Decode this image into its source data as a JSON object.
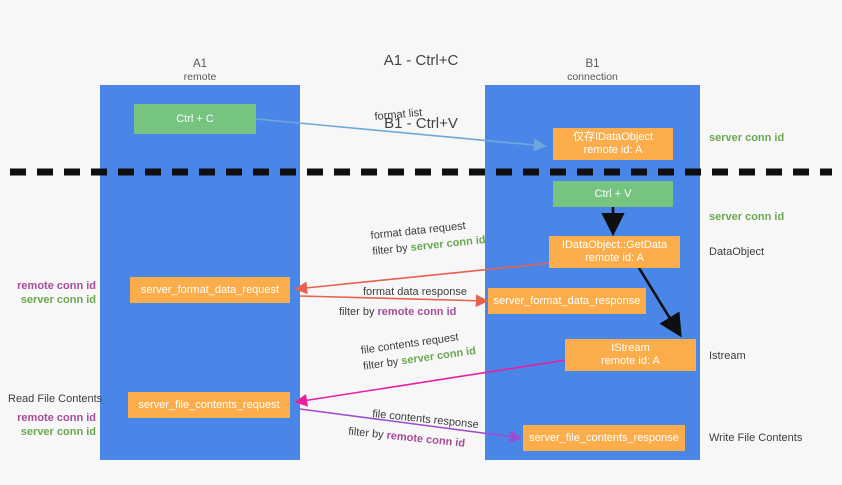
{
  "title": {
    "line1": "A1 - Ctrl+C",
    "line2": "B1 - Ctrl+V"
  },
  "lanes": [
    {
      "id": "a1",
      "name": "A1",
      "sub": "remote",
      "color": "#4a86e8"
    },
    {
      "id": "b1",
      "name": "B1",
      "sub": "connection",
      "color": "#4a86e8"
    }
  ],
  "nodes": {
    "ctrl_c": {
      "line1": "Ctrl + C",
      "line2": "",
      "color": "#76c47f"
    },
    "ctrl_v": {
      "line1": "Ctrl + V",
      "line2": "",
      "color": "#76c47f"
    },
    "idataobject_top": {
      "line1": "仅存IDataObject",
      "line2": "remote id: A",
      "color": "#fbad4b"
    },
    "getdata": {
      "line1": "IDataObject::GetData",
      "line2": "remote id: A",
      "color": "#fbad4b"
    },
    "istream": {
      "line1": "IStream",
      "line2": "remote id: A",
      "color": "#fbad4b"
    },
    "server_format_data_request": {
      "line1": "server_format_data_request",
      "line2": "",
      "color": "#fbad4b"
    },
    "server_format_data_response": {
      "line1": "server_format_data_response",
      "line2": "",
      "color": "#fbad4b"
    },
    "server_file_contents_request": {
      "line1": "server_file_contents_request",
      "line2": "",
      "color": "#fbad4b"
    },
    "server_file_contents_response": {
      "line1": "server_file_contents_response",
      "line2": "",
      "color": "#fbad4b"
    }
  },
  "messages": {
    "format_list": "format list",
    "format_data_request": "format data request",
    "format_data_response": "format data response",
    "file_contents_request": "file contents request",
    "file_contents_response": "file contents response",
    "filter_by": "filter by ",
    "server_conn_id": "server conn id",
    "remote_conn_id": "remote conn id"
  },
  "right_labels": {
    "server_conn_id_1": "server conn id",
    "server_conn_id_2": "server conn id",
    "dataobject": "DataObject",
    "istream": "Istream",
    "write_file_contents": "Write File Contents"
  },
  "left_labels": {
    "read_file_contents": "Read File Contents",
    "remote_conn_id_1": "remote conn id",
    "server_conn_id_1": "server conn id",
    "remote_conn_id_2": "remote conn id",
    "server_conn_id_2": "server conn id"
  },
  "colors": {
    "lane": "#4a86e8",
    "green_node": "#76c47f",
    "orange_node": "#fbad4b",
    "green_text": "#6aa84f",
    "purple_text": "#a64d9a",
    "red_arrow": "#e8614d",
    "magenta_arrow": "#e91fa0",
    "purple_arrow": "#9b4fcf",
    "blue_arrow": "#6fa8dc",
    "dark_arrow": "#1a1a1a",
    "divider": "#1a1a1a",
    "background": "#f7f7f7"
  }
}
